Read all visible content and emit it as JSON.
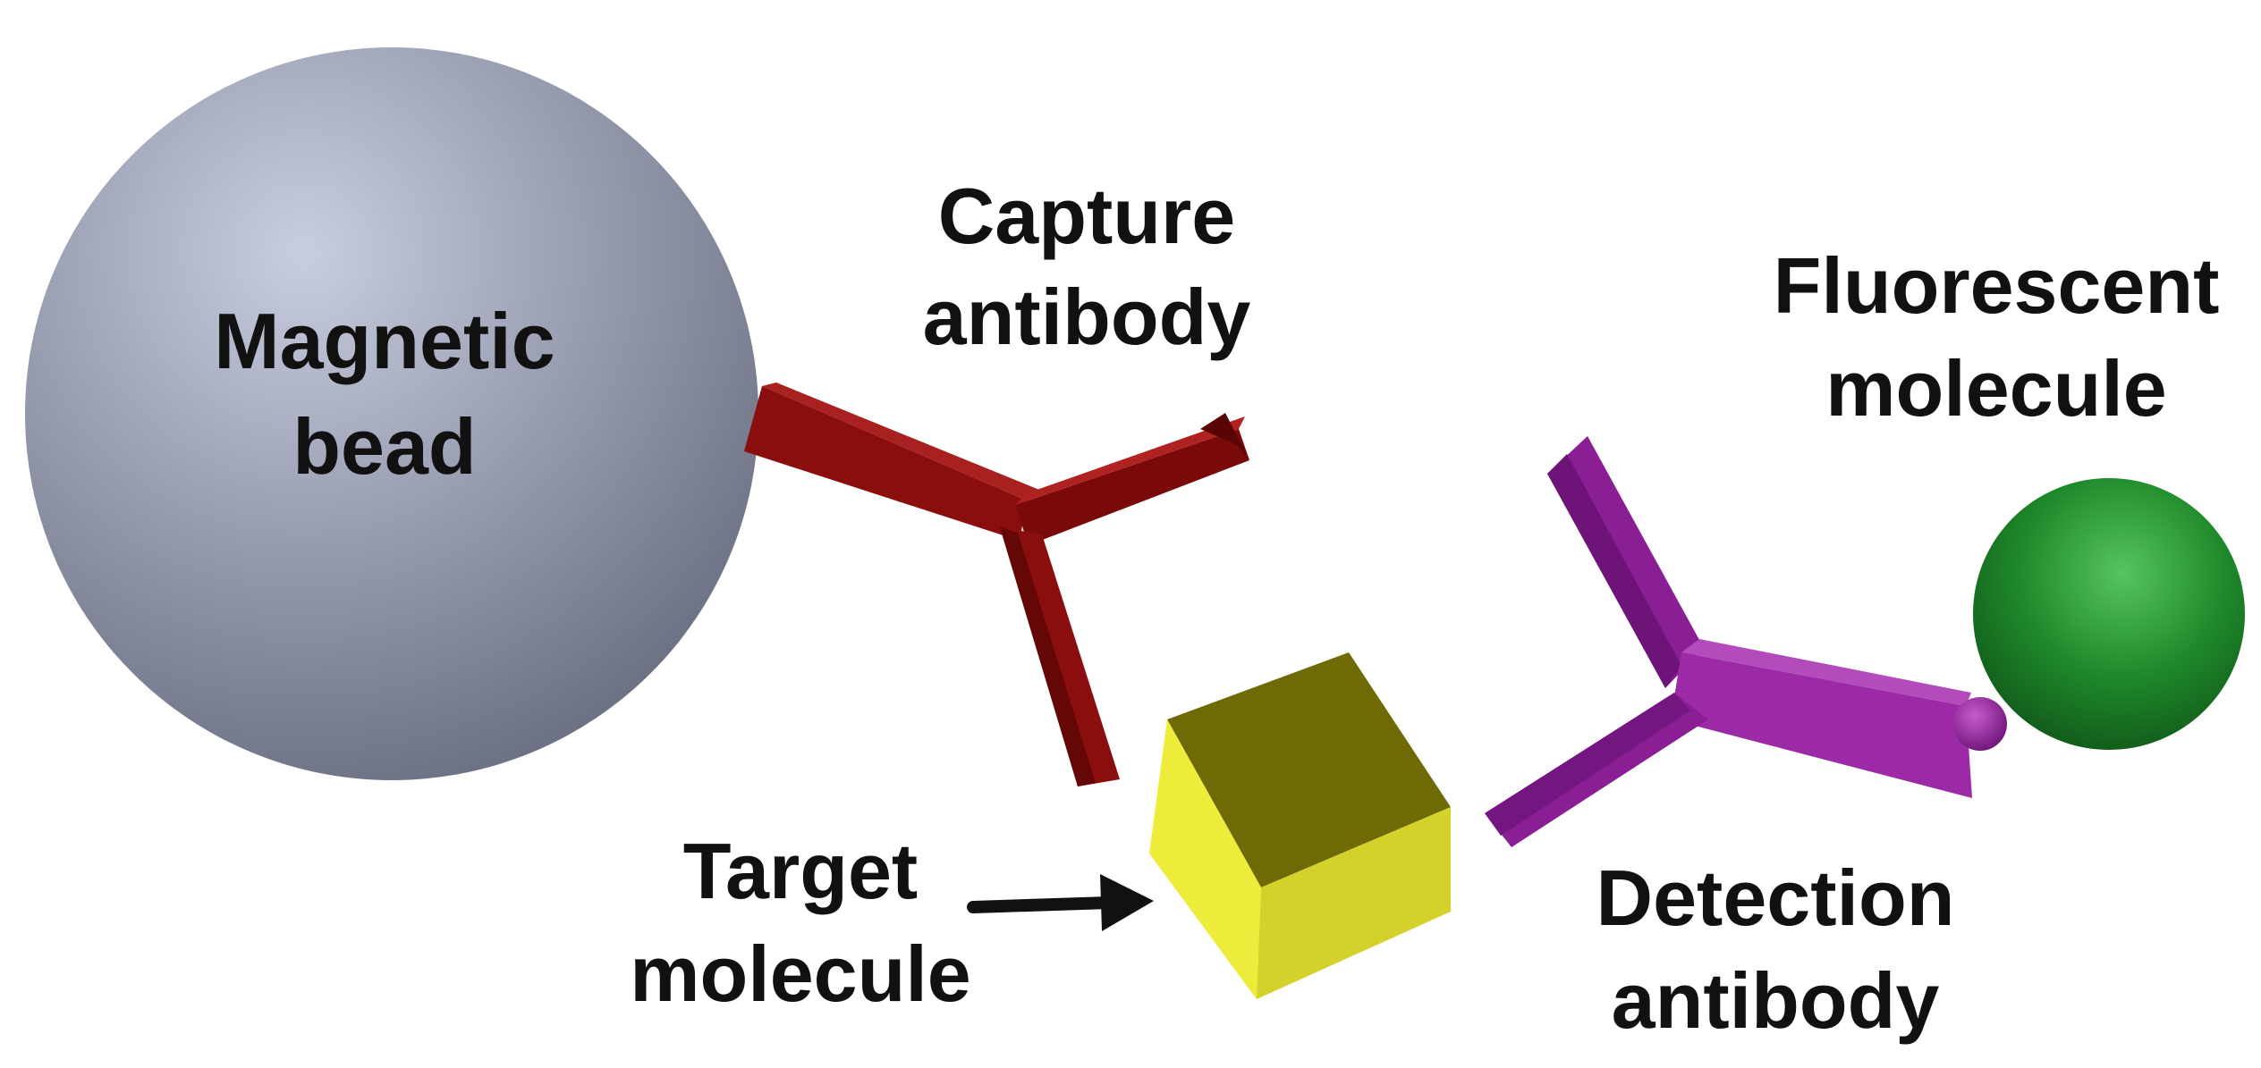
{
  "labels": {
    "bead_line1": "Magnetic",
    "bead_line2": "bead",
    "capture_line1": "Capture",
    "capture_line2": "antibody",
    "fluor_line1": "Fluorescent",
    "fluor_line2": "molecule",
    "target_line1": "Target",
    "target_line2": "molecule",
    "detection_line1": "Detection",
    "detection_line2": "antibody"
  },
  "colors": {
    "bead": "#9ea3b6",
    "capture_antibody": "#8b0e0e",
    "target_molecule": "#f2f03a",
    "detection_antibody": "#8a1e94",
    "fluorescent_molecule": "#1f8a2b",
    "text": "#111111"
  },
  "icons": {
    "arrow": "arrow-right-icon"
  }
}
